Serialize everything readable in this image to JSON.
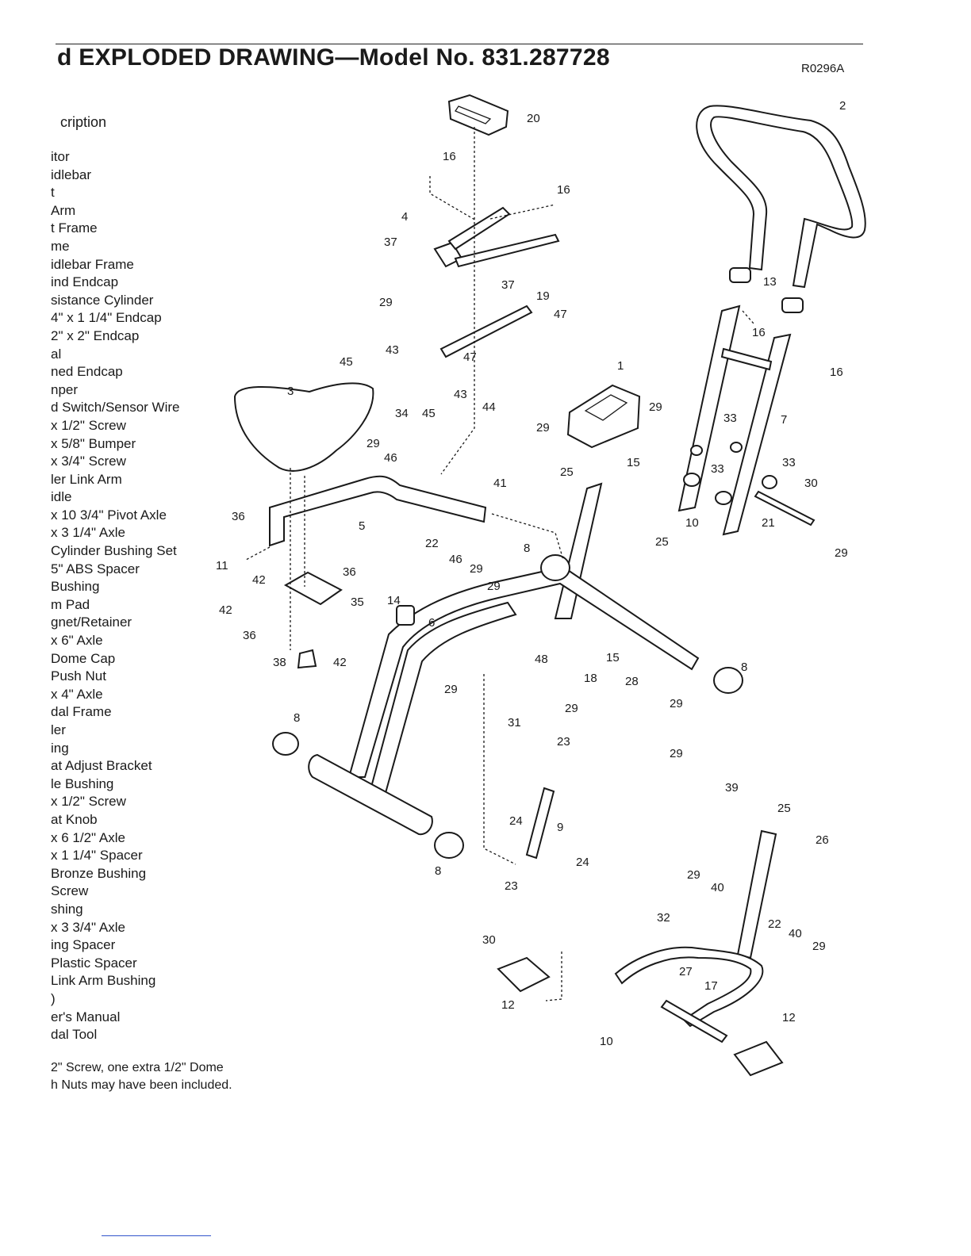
{
  "header": {
    "title": "d EXPLODED DRAWING—Model No. 831.287728",
    "code": "R0296A"
  },
  "parts_list": {
    "heading": "cription",
    "items": [
      "itor",
      "idlebar",
      "t",
      "Arm",
      "t Frame",
      "me",
      "idlebar Frame",
      "ind Endcap",
      "sistance Cylinder",
      "4\" x 1 1/4\" Endcap",
      "2\" x 2\" Endcap",
      "al",
      "ned Endcap",
      "nper",
      "d Switch/Sensor Wire",
      "x 1/2\" Screw",
      "x 5/8\" Bumper",
      "x 3/4\" Screw",
      "ler Link Arm",
      "idle",
      "x 10 3/4\" Pivot Axle",
      "x 3 1/4\" Axle",
      "Cylinder Bushing Set",
      "5\" ABS Spacer",
      "Bushing",
      "m Pad",
      "gnet/Retainer",
      "x 6\" Axle",
      "Dome Cap",
      "Push Nut",
      "x 4\" Axle",
      "dal Frame",
      "ler",
      "ing",
      "at Adjust Bracket",
      "le Bushing",
      "x 1/2\" Screw",
      "at Knob",
      "x 6 1/2\" Axle",
      "x 1 1/4\" Spacer",
      "Bronze Bushing",
      "Screw",
      "shing",
      "x 3 3/4\" Axle",
      "ing Spacer",
      "Plastic Spacer",
      "Link Arm Bushing",
      ")",
      "er's Manual",
      "dal Tool"
    ]
  },
  "note": {
    "line1": "2\" Screw, one extra 1/2\" Dome",
    "line2": "h Nuts may have been included."
  },
  "callouts": [
    "20",
    "2",
    "16",
    "16",
    "4",
    "37",
    "37",
    "13",
    "19",
    "47",
    "29",
    "43",
    "47",
    "16",
    "45",
    "16",
    "43",
    "1",
    "34",
    "45",
    "44",
    "29",
    "33",
    "7",
    "29",
    "3",
    "29",
    "46",
    "41",
    "15",
    "33",
    "30",
    "33",
    "25",
    "10",
    "21",
    "36",
    "5",
    "22",
    "25",
    "29",
    "46",
    "29",
    "8",
    "11",
    "36",
    "35",
    "42",
    "29",
    "42",
    "14",
    "6",
    "36",
    "48",
    "15",
    "38",
    "42",
    "18",
    "28",
    "8",
    "29",
    "29",
    "29",
    "31",
    "8",
    "23",
    "29",
    "39",
    "25",
    "24",
    "9",
    "26",
    "24",
    "29",
    "40",
    "23",
    "32",
    "22",
    "40",
    "29",
    "30",
    "27",
    "17",
    "12",
    "12",
    "10",
    "8"
  ]
}
